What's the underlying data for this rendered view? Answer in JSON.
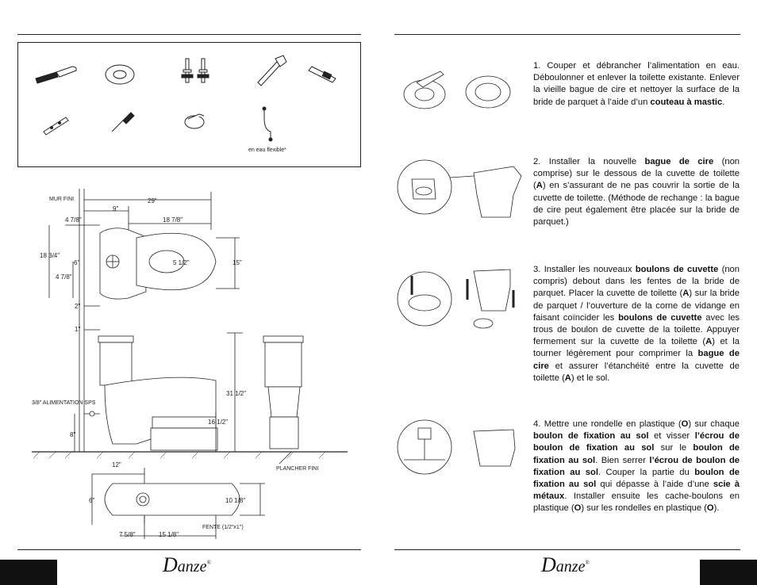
{
  "tools": {
    "flexible_supply_label": "en eau flexible*"
  },
  "dimensions": {
    "finished_wall": "MUR FINI",
    "d29": "29\"",
    "d9": "9\"",
    "d4_78": "4 7/8\"",
    "d18_78": "18 7/8\"",
    "d18_34": "18 3/4\"",
    "d6": "6\"",
    "d4_78b": "4 7/8\"",
    "d5_12": "5 1/2\"",
    "d15": "15\"",
    "d2": "2\"",
    "d1": "1\"",
    "supply": "3/8\" ALIMENTATION SPS",
    "d31_12": "31 1/2\"",
    "d16_12": "16 1/2\"",
    "d8": "8\"",
    "finished_floor": "PLANCHER FINI",
    "d12": "12\"",
    "d6b": "6\"",
    "d10_18": "10 1/8\"",
    "d7_58": "7 5/8\"",
    "d15_18": "15 1/8\"",
    "slot": "FENTE (1/2\"x1\")"
  },
  "steps": {
    "s1": {
      "text_a": "1. Couper et débrancher l’alimentation en eau. Déboulonner et enlever la toilette existante. Enlever la vieille bague de cire et nettoyer la surface de la bride de parquet à l’aide d’un ",
      "bold_a": "couteau à mastic",
      "text_b": "."
    },
    "s2": {
      "text_a": "2. Installer la nouvelle ",
      "bold_a": "bague de cire",
      "text_b": " (non comprise) sur le dessous de la cuvette de toilette (",
      "bold_b": "A",
      "text_c": ") en s’assurant de ne pas couvrir la sortie de la cuvette de toilette. (Méthode de rechange : la bague de cire peut également être placée sur la bride de parquet.)"
    },
    "s3": {
      "text_a": "3. Installer les nouveaux ",
      "bold_a": "boulons de cuvette",
      "text_b": " (non compris) debout dans les fentes de la bride de parquet. Placer la cuvette de toilette (",
      "bold_b": "A",
      "text_c": ") sur la bride de parquet / l’ouverture de la corne de vidange en faisant coïncider les ",
      "bold_c": "boulons de cuvette",
      "text_d": " avec les trous de boulon de cuvette de la toilette. Appuyer fermement sur la cuvette de la toilette (",
      "bold_d": "A",
      "text_e": ") et la tourner légèrement pour comprimer la ",
      "bold_e": "bague de cire",
      "text_f": " et assurer l’étanchéité entre la cuvette de toilette (",
      "bold_f": "A",
      "text_g": ") et le sol."
    },
    "s4": {
      "text_a": "4. Mettre une rondelle en plastique (",
      "bold_a": "O",
      "text_b": ") sur chaque ",
      "bold_b": "boulon de fixation au sol",
      "text_c": " et visser ",
      "bold_c": "l’écrou de boulon de fixation au sol",
      "text_d": " sur le ",
      "bold_d": "boulon de fixation au sol",
      "text_e": ". Bien serrer ",
      "bold_e": "l’écrou de boulon de fixation au sol",
      "text_f": ". Couper la partie du ",
      "bold_f": "boulon de fixation au sol",
      "text_g": " qui dépasse à l’aide d’une ",
      "bold_g": "scie à métaux",
      "text_h": ". Installer ensuite les cache-boulons en plastique (",
      "bold_h": "O",
      "text_i": ") sur les rondelles en plastique (",
      "bold_i": "O",
      "text_j": ")."
    }
  },
  "brand": {
    "logo_initial": "D",
    "logo_rest": "anze",
    "logo_mark": "®"
  }
}
